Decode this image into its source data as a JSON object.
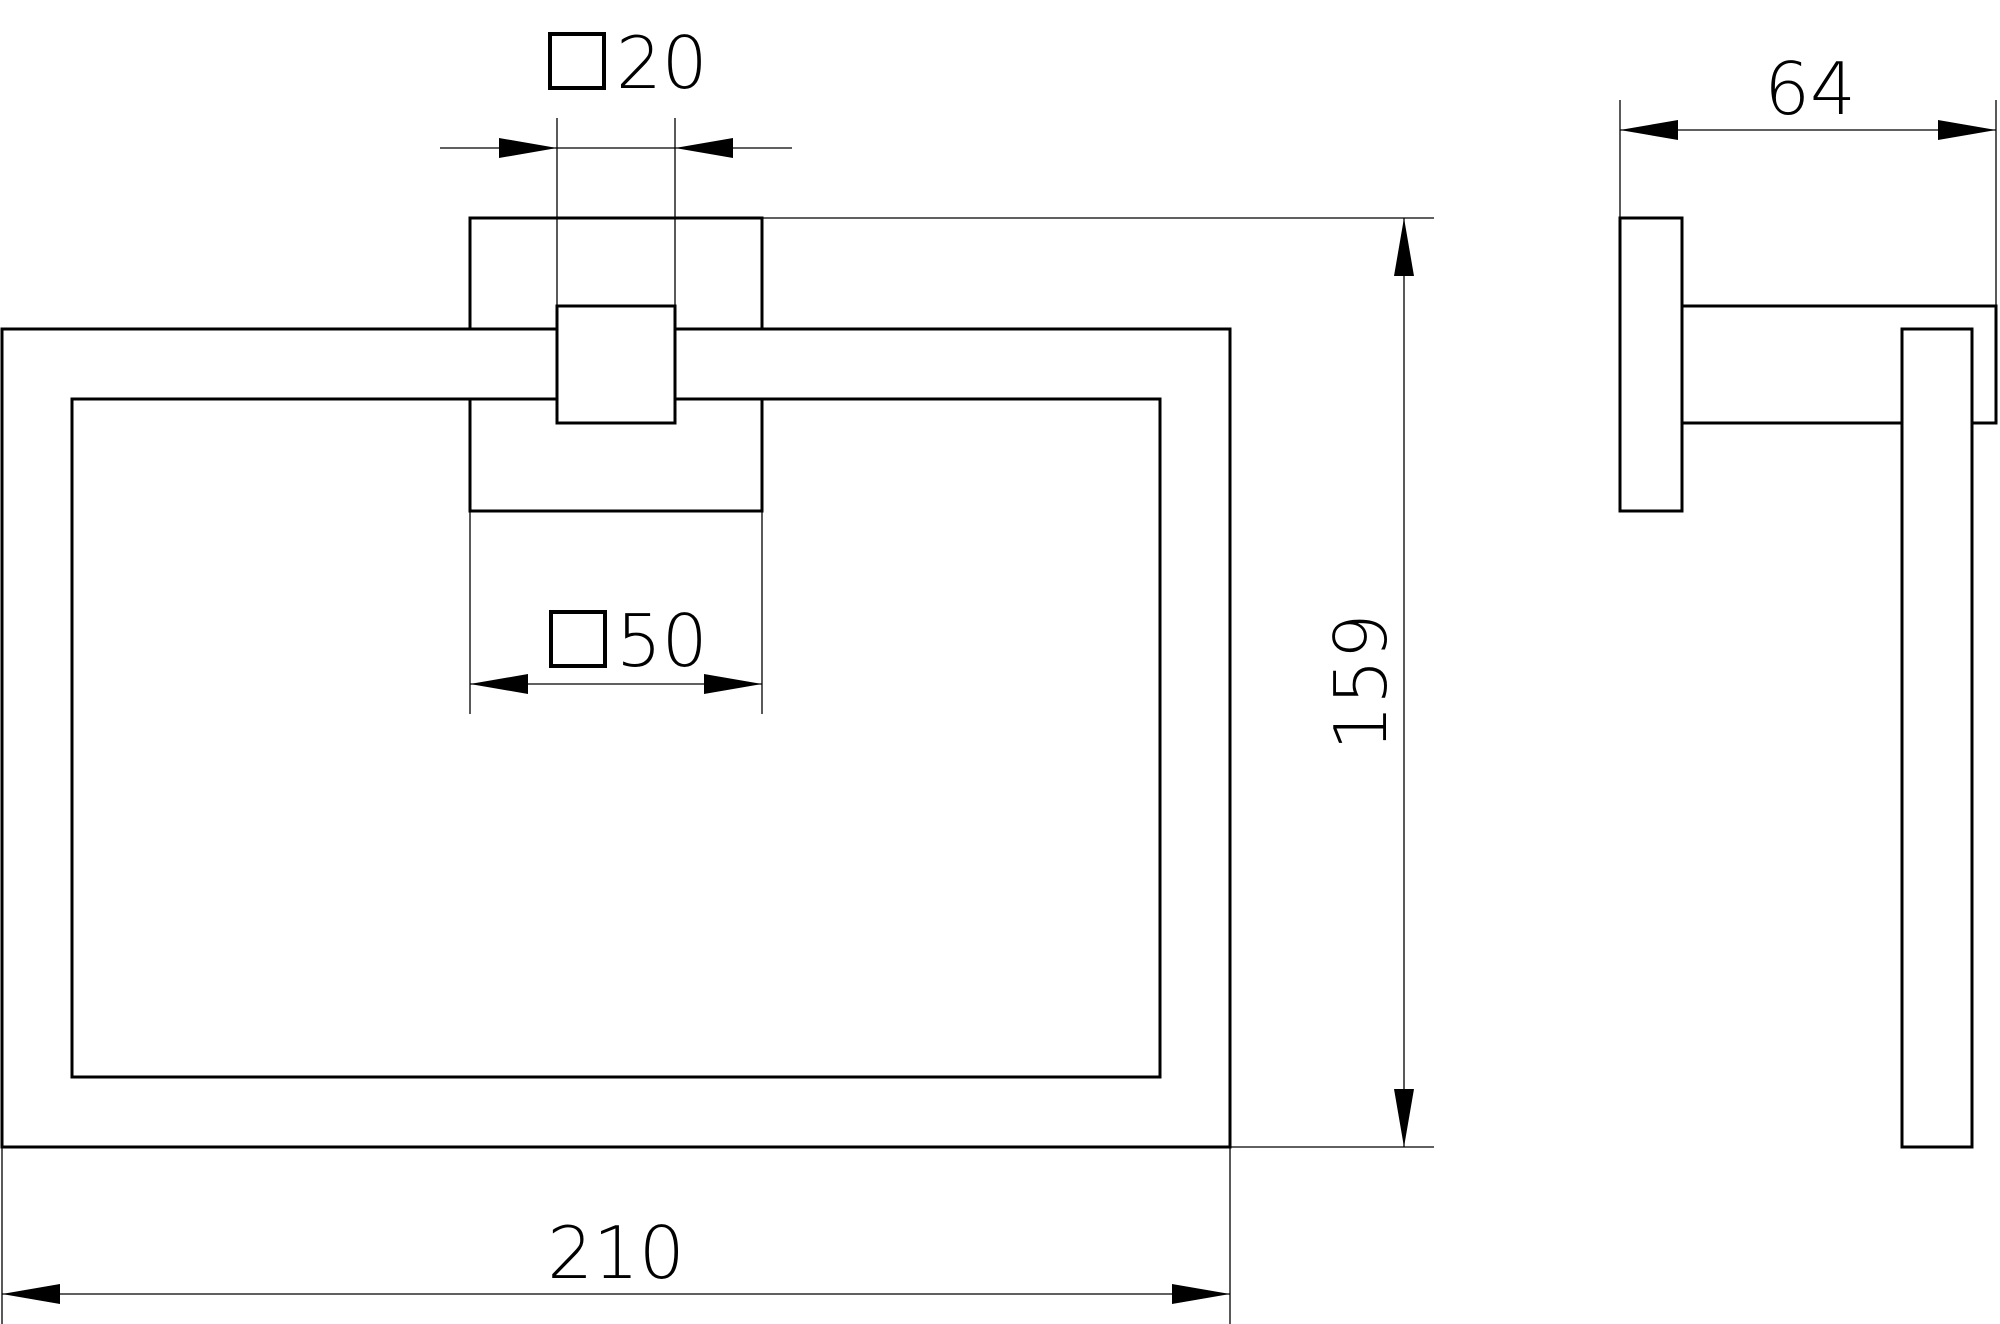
{
  "dimensions": {
    "width": "210",
    "height": "159",
    "depth": "64",
    "base_square": "50",
    "bar_square": "20"
  },
  "colors": {
    "line": "#000000",
    "background": "#ffffff"
  },
  "symbols": {
    "square": "square-symbol-icon"
  }
}
